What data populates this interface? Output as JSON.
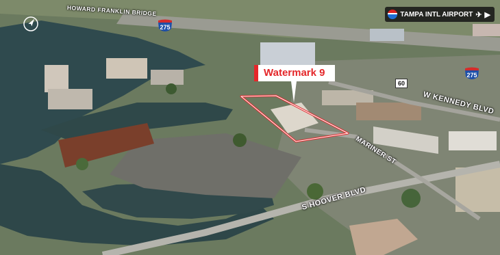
{
  "property": {
    "label": "Watermark 9",
    "accent_color": "#e4272a"
  },
  "airport": {
    "label": "TAMPA INTL AIRPORT"
  },
  "roads": {
    "howard_franklin": "HOWARD FRANKLIN BRIDGE",
    "w_kennedy": "W KENNEDY BLVD",
    "mariner": "MARINER ST",
    "s_hoover": "S HOOVER BLVD"
  },
  "shields": {
    "interstate_1": "275",
    "interstate_2": "275",
    "state_route": "60"
  },
  "icons": [
    "compass-icon",
    "airport-logo-icon",
    "plane-icon",
    "play-arrow-icon"
  ]
}
